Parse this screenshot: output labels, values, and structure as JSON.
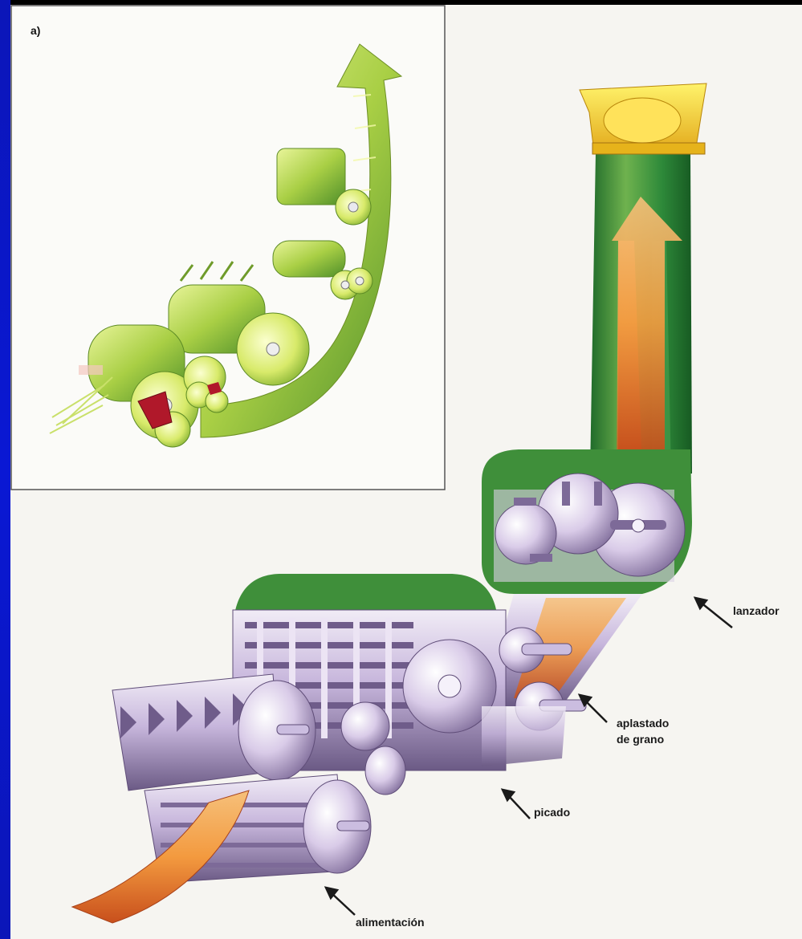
{
  "inset": {
    "label": "a)"
  },
  "callouts": {
    "lanzador": "lanzador",
    "aplastado_line1": "aplastado",
    "aplastado_line2": "de grano",
    "picado": "picado",
    "alimentacion": "alimentación"
  },
  "colors": {
    "page_background": "#f6f5f1",
    "frame_left_bar": "#0a18d4",
    "machine_metal": "#b9a6d2",
    "housing_green": "#3f8f3a",
    "crop_flow": "#e0742a",
    "inset_green": "#a9cf45",
    "inset_red": "#b0182a"
  }
}
